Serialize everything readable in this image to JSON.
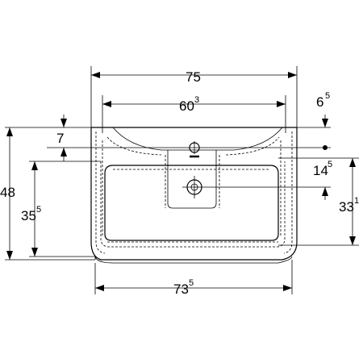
{
  "dimensions": {
    "overall_width": {
      "main": "75",
      "sup": ""
    },
    "tap_centers": {
      "main": "60",
      "sup": "3"
    },
    "side_offset": {
      "main": "6",
      "sup": "5"
    },
    "top_rim": {
      "main": "7",
      "sup": ""
    },
    "rim_to_overflow": {
      "main": "14",
      "sup": "5"
    },
    "overall_height": {
      "main": "48",
      "sup": ""
    },
    "left_depth": {
      "main": "35",
      "sup": "5"
    },
    "right_depth": {
      "main": "33",
      "sup": "1"
    },
    "bottom_width": {
      "main": "73",
      "sup": "5"
    }
  }
}
